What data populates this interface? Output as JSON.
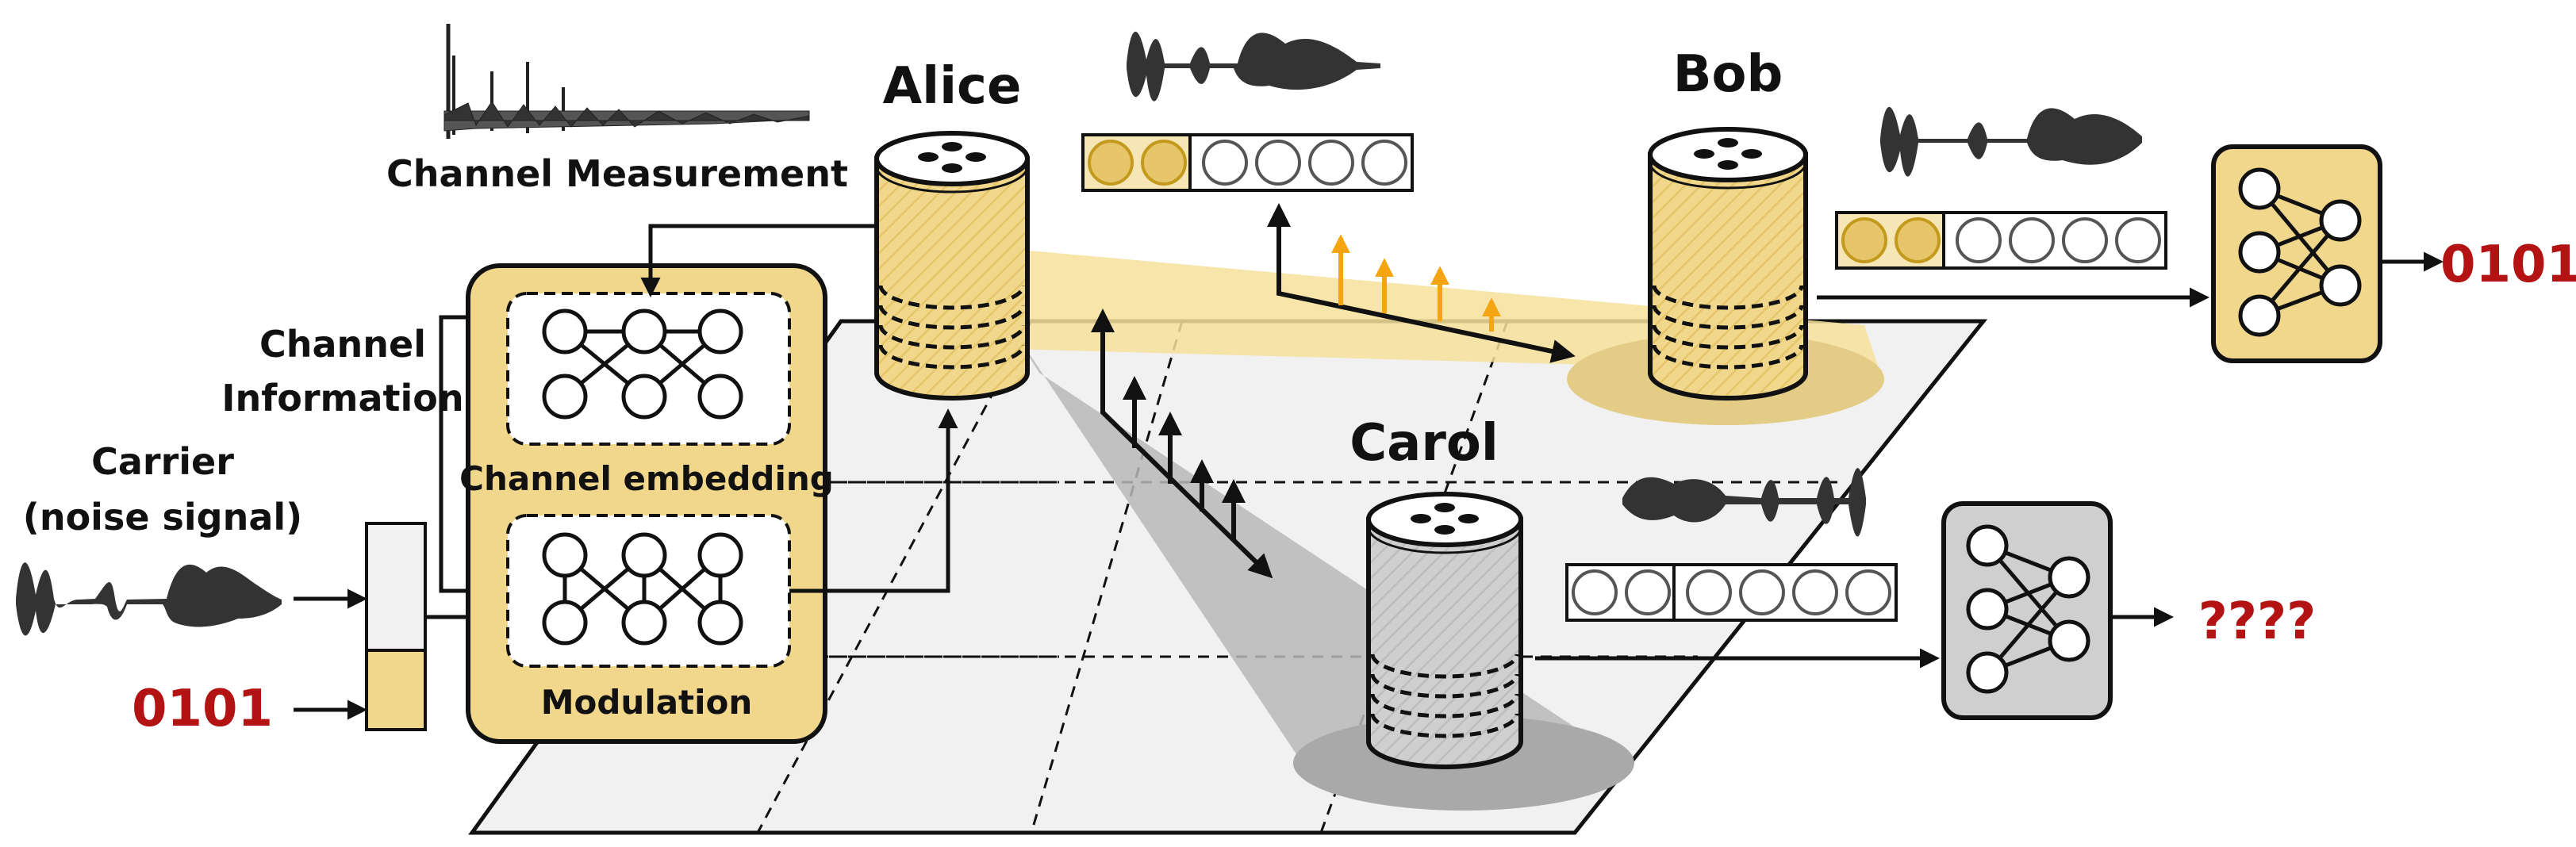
{
  "labels": {
    "channel_measurement": "Channel Measurement",
    "channel_information_1": "Channel",
    "channel_information_2": "Information",
    "carrier_1": "Carrier",
    "carrier_2": "(noise signal)",
    "channel_embedding": "Channel embedding",
    "modulation": "Modulation",
    "input_bits": "0101",
    "alice": "Alice",
    "bob": "Bob",
    "carol": "Carol",
    "bob_output": "0101",
    "carol_output": "????"
  },
  "colors": {
    "gold": "#f0d78c",
    "gold_dark": "#c39a1e",
    "gold_circle": "#e7c56a",
    "beam_gold": "#f6e19a",
    "beam_gray": "#b9b9b9",
    "gray_box": "#cfcfcf",
    "arrow_orange": "#f5a512",
    "bit_red": "#b31313"
  },
  "bit_cells": {
    "alice_filled": 2,
    "alice_empty": 4,
    "bob_filled": 2,
    "bob_empty": 4,
    "carol_filled": 0,
    "carol_empty": 6
  },
  "icons": [
    "speaker-icon",
    "neural-network-icon",
    "waveform-icon",
    "channel-impulse-response-icon"
  ]
}
